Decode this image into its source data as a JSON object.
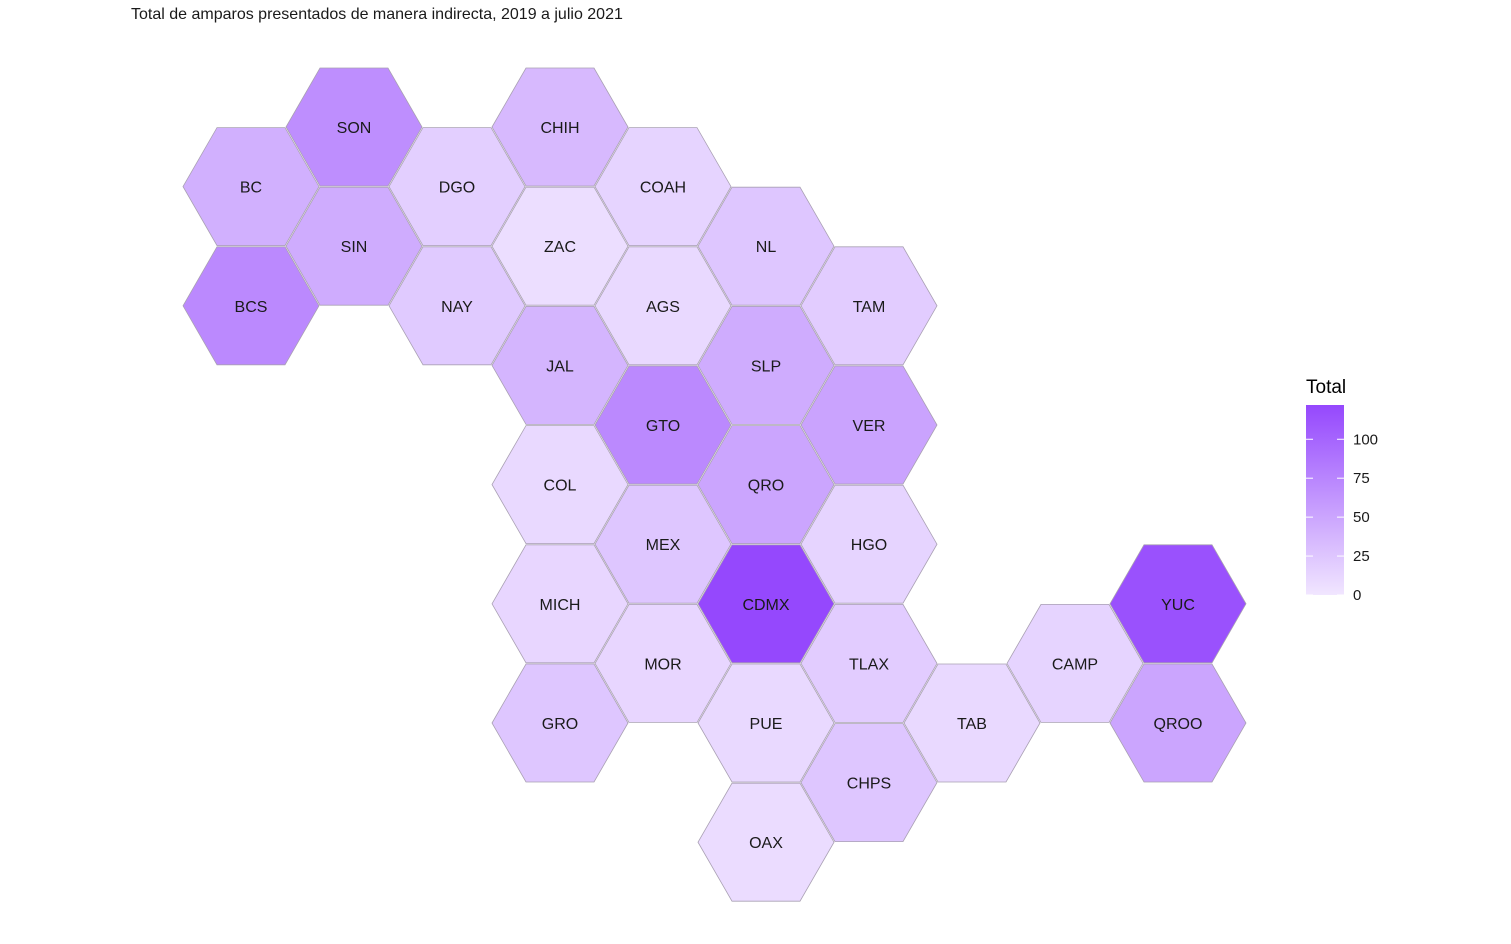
{
  "chart_data": {
    "type": "heatmap",
    "title": "Total de amparos presentados de manera indirecta, 2019 a julio 2021",
    "legend": {
      "title": "Total",
      "placement": "right",
      "ticks": [
        0,
        25,
        50,
        75,
        100
      ],
      "tick_labels": [
        "0",
        "25",
        "50",
        "75",
        "100"
      ],
      "range": [
        0,
        122
      ]
    },
    "color_scale": {
      "low": "#f1e6ff",
      "high": "#9548fd"
    },
    "grid": false,
    "cells": [
      {
        "state": "SON",
        "col": 2,
        "row": 0,
        "value": 68
      },
      {
        "state": "CHIH",
        "col": 4,
        "row": 0,
        "value": 35
      },
      {
        "state": "BC",
        "col": 1,
        "row": 1,
        "value": 42
      },
      {
        "state": "DGO",
        "col": 3,
        "row": 1,
        "value": 18
      },
      {
        "state": "COAH",
        "col": 5,
        "row": 1,
        "value": 14
      },
      {
        "state": "SIN",
        "col": 2,
        "row": 2,
        "value": 45
      },
      {
        "state": "ZAC",
        "col": 4,
        "row": 2,
        "value": 6
      },
      {
        "state": "NL",
        "col": 6,
        "row": 2,
        "value": 25
      },
      {
        "state": "BCS",
        "col": 1,
        "row": 3,
        "value": 72
      },
      {
        "state": "NAY",
        "col": 3,
        "row": 3,
        "value": 22
      },
      {
        "state": "AGS",
        "col": 5,
        "row": 3,
        "value": 10
      },
      {
        "state": "TAM",
        "col": 7,
        "row": 3,
        "value": 20
      },
      {
        "state": "JAL",
        "col": 4,
        "row": 4,
        "value": 38
      },
      {
        "state": "SLP",
        "col": 6,
        "row": 4,
        "value": 45
      },
      {
        "state": "GTO",
        "col": 5,
        "row": 5,
        "value": 72
      },
      {
        "state": "VER",
        "col": 7,
        "row": 5,
        "value": 52
      },
      {
        "state": "COL",
        "col": 4,
        "row": 6,
        "value": 10
      },
      {
        "state": "QRO",
        "col": 6,
        "row": 6,
        "value": 50
      },
      {
        "state": "MEX",
        "col": 5,
        "row": 7,
        "value": 25
      },
      {
        "state": "HGO",
        "col": 7,
        "row": 7,
        "value": 14
      },
      {
        "state": "MICH",
        "col": 4,
        "row": 8,
        "value": 12
      },
      {
        "state": "CDMX",
        "col": 6,
        "row": 8,
        "value": 122
      },
      {
        "state": "YUC",
        "col": 10,
        "row": 8,
        "value": 115
      },
      {
        "state": "MOR",
        "col": 5,
        "row": 9,
        "value": 12
      },
      {
        "state": "TLAX",
        "col": 7,
        "row": 9,
        "value": 20
      },
      {
        "state": "CAMP",
        "col": 9,
        "row": 9,
        "value": 14
      },
      {
        "state": "GRO",
        "col": 4,
        "row": 10,
        "value": 25
      },
      {
        "state": "PUE",
        "col": 6,
        "row": 10,
        "value": 10
      },
      {
        "state": "TAB",
        "col": 8,
        "row": 10,
        "value": 10
      },
      {
        "state": "QROO",
        "col": 10,
        "row": 10,
        "value": 50
      },
      {
        "state": "CHPS",
        "col": 7,
        "row": 11,
        "value": 25
      },
      {
        "state": "OAX",
        "col": 6,
        "row": 12,
        "value": 8
      }
    ]
  }
}
